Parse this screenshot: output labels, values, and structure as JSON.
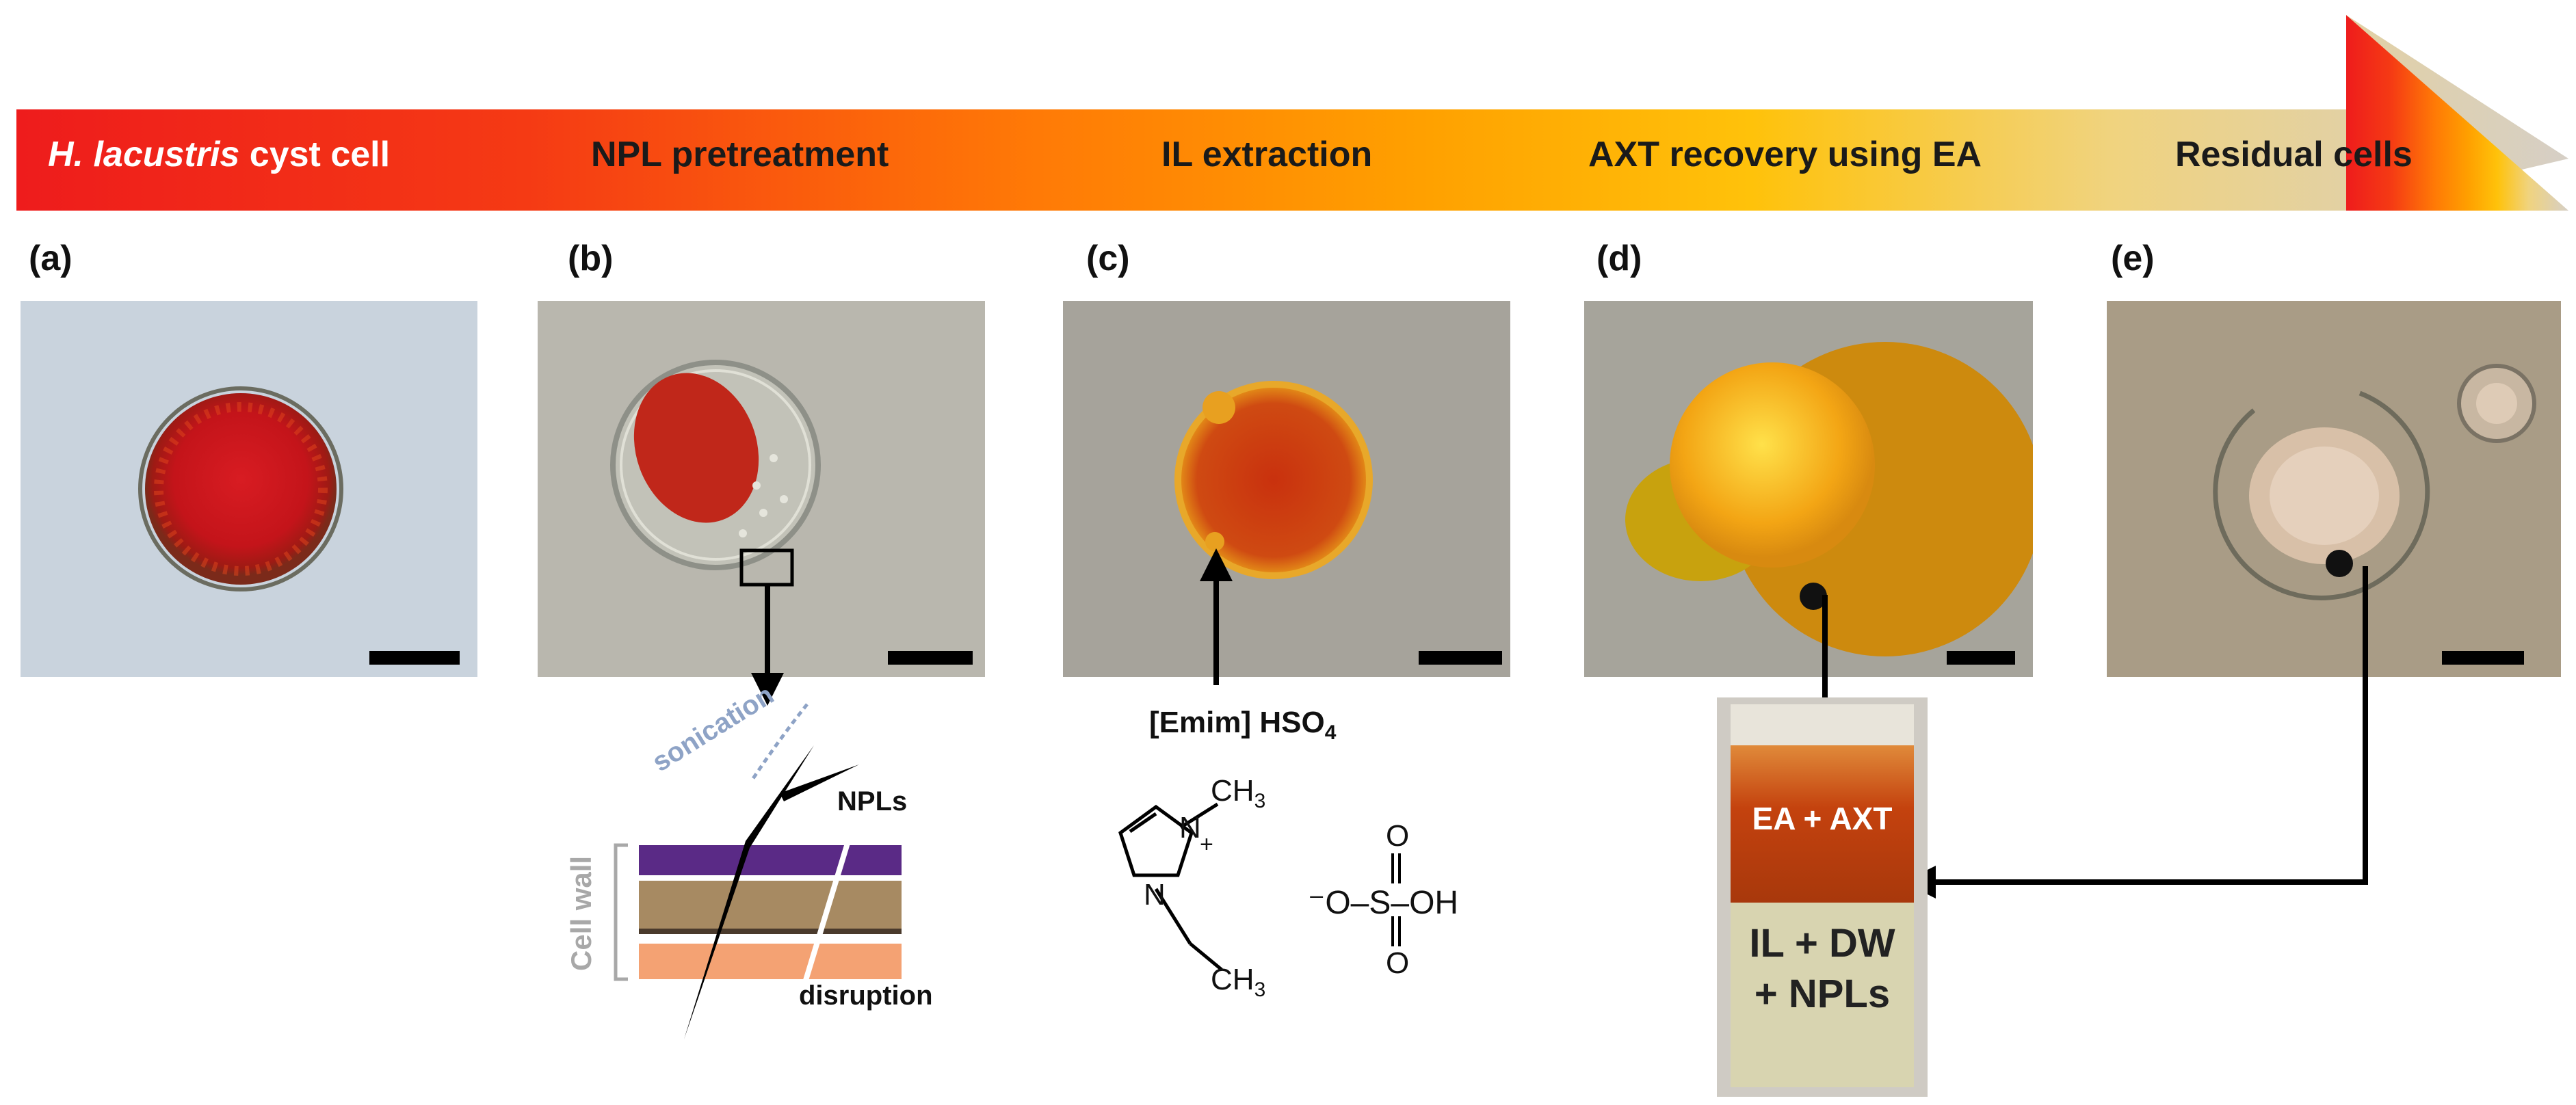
{
  "stages": [
    {
      "species": "H. lacustris",
      "rest": " cyst cell"
    },
    {
      "label": "NPL pretreatment"
    },
    {
      "label": "IL extraction"
    },
    {
      "label": "AXT recovery using EA"
    },
    {
      "label": "Residual cells"
    }
  ],
  "panels": [
    "(a)",
    "(b)",
    "(c)",
    "(d)",
    "(e)"
  ],
  "inset_b": {
    "sonication": "sonication",
    "npls": "NPLs",
    "cell_wall": "Cell wall",
    "disruption": "disruption"
  },
  "ionic_liquid": {
    "name_main": "[Emim] HSO",
    "name_sub": "4",
    "cation_methyl": "CH",
    "cation_methyl_sub": "3",
    "cation_ethyl": "CH",
    "cation_ethyl_sub": "3",
    "n_top": "N",
    "n_bottom": "N",
    "plus": "+",
    "anion": "⁻O–S–OH",
    "anion_o_top": "O",
    "anion_o_bottom": "O"
  },
  "vial": {
    "top_layer": "EA + AXT",
    "bottom_line1": "IL + DW",
    "bottom_line2": "+ NPLs"
  },
  "colors": {
    "bar_start": "#ee1c1c",
    "bar_mid": "#ff8a00",
    "bar_yellow": "#ffc20a",
    "bar_end": "#d9cfbe",
    "cell_red": "#c41418",
    "extract_orange": "#d9820a"
  }
}
